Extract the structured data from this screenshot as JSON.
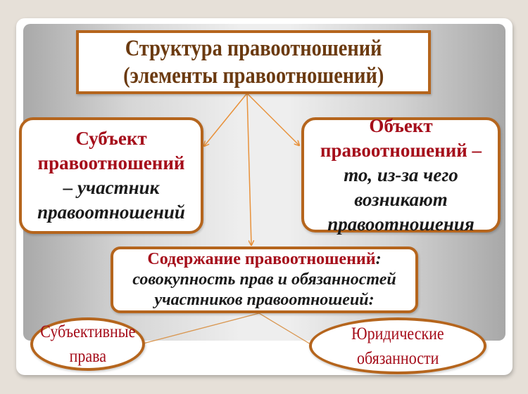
{
  "diagram": {
    "title": {
      "line1": "Структура правоотношений",
      "line2": "(элементы правоотношений)"
    },
    "subject": {
      "heading_line1": "Субъект",
      "heading_line2": "правоотношений",
      "desc_line1": "– участник",
      "desc_line2": "правоотношений"
    },
    "object": {
      "heading_line1": "Объект",
      "heading_line2": "правоотношений –",
      "desc_line1": "то, из-за чего",
      "desc_line2": "возникают",
      "desc_line3": "правоотношения"
    },
    "content": {
      "heading": "Содержание правоотношений",
      "heading_suffix": ":",
      "desc_line1": "совокупность прав и обязанностей",
      "desc_line2": "участников правоотношеий:"
    },
    "rights": {
      "line1": "Субъективные",
      "line2": "права"
    },
    "duties": {
      "line1": "Юридические",
      "line2": "обязанности"
    }
  },
  "colors": {
    "border": "#b5651d",
    "title_text": "#6b3a10",
    "heading_red": "#a50d1a",
    "desc_text": "#1a1a1a",
    "connector": "#e8913a",
    "background": "#e6e0d8"
  }
}
